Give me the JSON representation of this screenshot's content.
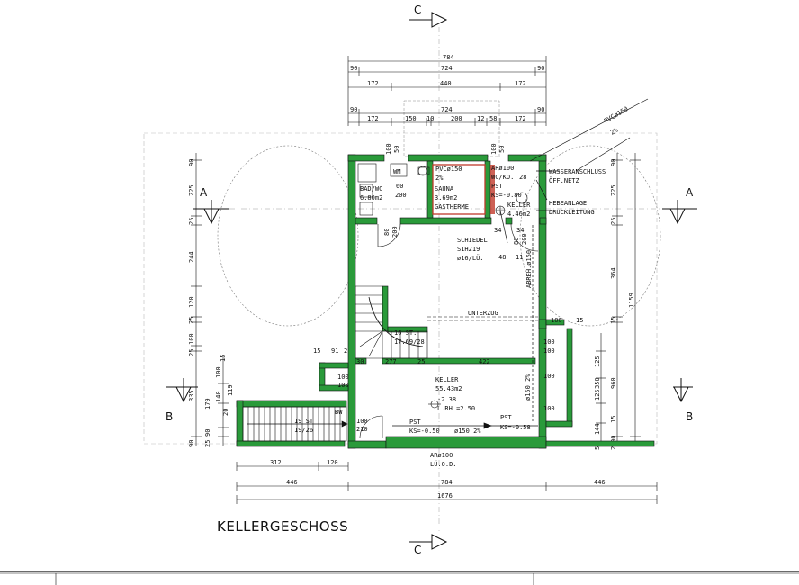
{
  "title": "KELLERGESCHOSS",
  "colors": {
    "wall": "#2a9a3a",
    "line": "#111111",
    "accent": "#c0392b"
  },
  "section_markers": {
    "top": "C",
    "bottom": "C",
    "left_a": "A",
    "right_a": "A",
    "left_b": "B",
    "right_b": "B"
  },
  "top_dims": {
    "overall": "784",
    "row2": [
      "90",
      "724",
      "90"
    ],
    "row3": [
      "172",
      "440",
      "172"
    ],
    "row4": [
      "90",
      "724",
      "90"
    ],
    "row5": [
      "172",
      "150",
      "10",
      "200",
      "12",
      "58",
      "172"
    ]
  },
  "bottom_dims": {
    "row1": [
      "312",
      "120"
    ],
    "row2": [
      "446",
      "784",
      "446"
    ],
    "total": "1676"
  },
  "left_dims": [
    "90",
    "225",
    "25",
    "244",
    "120",
    "25",
    "100",
    "25",
    "335",
    "179",
    "90",
    "25",
    "90"
  ],
  "left_small": [
    "100",
    "15",
    "140",
    "20",
    "119"
  ],
  "right_dims": [
    "90",
    "225",
    "25",
    "364",
    "15",
    "1159",
    "125",
    "350",
    "960",
    "125",
    "144",
    "52",
    "15",
    "25",
    "90"
  ],
  "rooms": {
    "bad": {
      "name": "BAD/WC",
      "area": "6.80m2"
    },
    "sauna": {
      "name": "SAUNA",
      "area": "3.69m2",
      "note": "GASTHERME"
    },
    "keller_small": {
      "name": "KELLER",
      "area": "4.46m2"
    },
    "keller_main": {
      "name": "KELLER",
      "area": "55.43m2",
      "level1": "-2.38",
      "level2": "L.RH.=2.50"
    }
  },
  "labels": {
    "wm": "WM",
    "pvc_top": "PVCø150",
    "pvc_top_slope": "2%",
    "pvc_inner": "PVCø150",
    "pvc_inner_slope": "2%",
    "ar_top": "ARø100",
    "wcko": "WC/KO.",
    "wcko_val": "28",
    "pst_top": "PST",
    "ks_top": "KS=-0.80",
    "wasser1": "WASSERANSCHLUSS",
    "wasser2": "ÖFF.NETZ",
    "hebe1": "HEBEANLAGE",
    "hebe2": "DRUCKLEITUNG",
    "schiedel1": "SCHIEDEL",
    "schiedel2": "SIH219",
    "schiedel3": "ø16/LÜ.",
    "abreh": "ABREH.ø150",
    "unterzug": "UNTERZUG",
    "stairs_in": "16 ST.",
    "stairs_in2": "17.69/28",
    "stairs_out": "19 ST",
    "stairs_out2": "19/26",
    "bw": "BW",
    "pst_l": "PST",
    "ks_l": "KS=-0.50",
    "pipe": "ø150 2%",
    "pst_r": "PST",
    "ks_r": "KS=-0.58",
    "ar_bot": "ARø100",
    "lood": "LÜ.O.D.",
    "pipe_vert": "ø150 2%",
    "d60": "60",
    "d200": "200",
    "d80": "80",
    "d200b": "200",
    "d100a": "100",
    "d50a": "50",
    "d100b": "100",
    "d50b": "50",
    "d30": "30",
    "d277": "277",
    "d25": "25",
    "d422": "422",
    "d15": "15",
    "d91": "91",
    "d2": "2",
    "d106": "106",
    "d15b": "15",
    "d100c": "100",
    "d100d": "100",
    "d100e": "100",
    "d210": "210",
    "d48": "48",
    "d11": "11",
    "d100f": "100",
    "d100g": "100",
    "d100h": "100",
    "d100i": "100",
    "d80b": "80",
    "d200c": "200",
    "d34": "34",
    "d34b": "34"
  }
}
